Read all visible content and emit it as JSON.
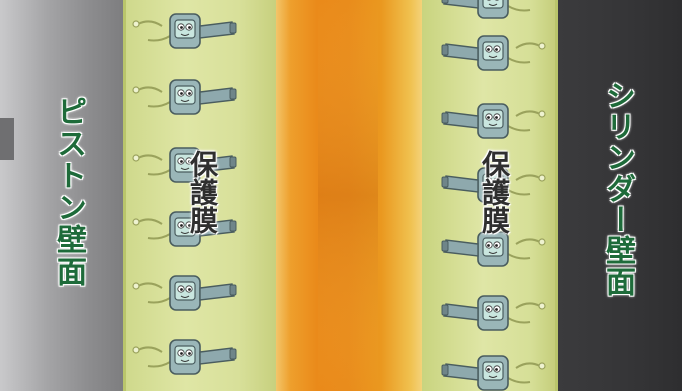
{
  "labels": {
    "piston_wall": "ピストン壁面",
    "cylinder_wall": "シリンダー壁面",
    "film_left": "保護膜",
    "film_right": "保護膜"
  },
  "icons": {
    "additive_molecule": "oil-bottle-character-icon"
  },
  "colors": {
    "label_green": "#1e6b3a",
    "film_yellow_green": "#d8e09a",
    "flame_orange": "#ea8a1a",
    "cylinder_dark": "#353537",
    "piston_gray": "#a4a4a6"
  }
}
